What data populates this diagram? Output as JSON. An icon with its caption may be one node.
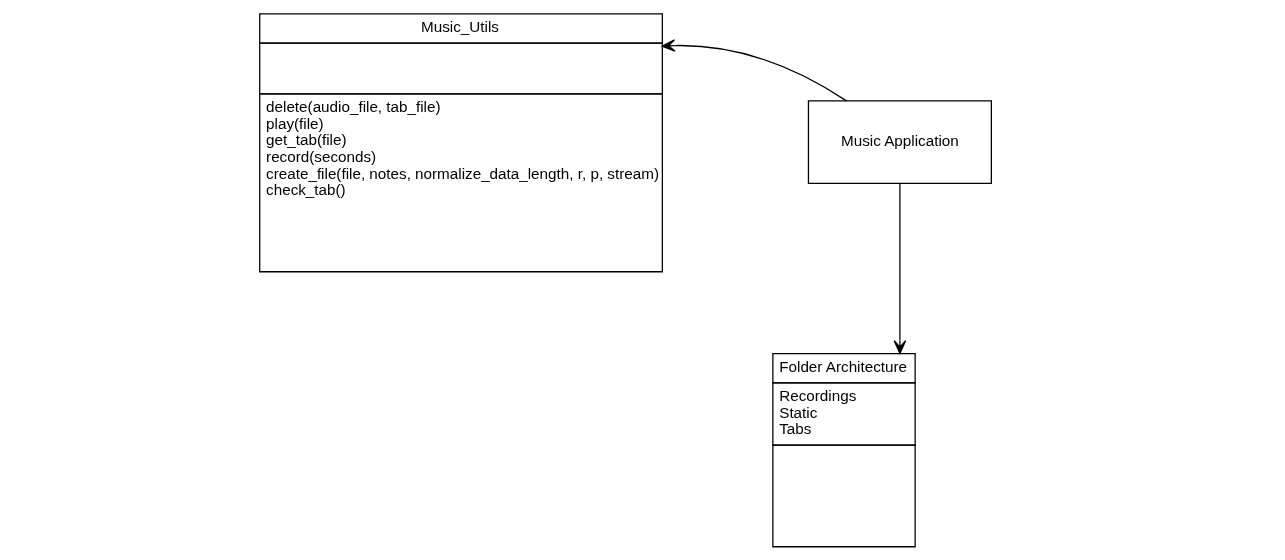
{
  "diagram": {
    "nodes": [
      {
        "text": [
          "Music_Utils",
          "delete(audio_file, tab_file)",
          "play(file)",
          "get_tab(file)",
          "record(seconds)",
          "create_file(file, notes, normalize_data_length, r, p, stream)",
          "check_tab()"
        ]
      },
      {
        "text": [
          "Music Application"
        ]
      },
      {
        "text": [
          "Folder Architecture",
          "Recordings",
          "Static",
          "Tabs"
        ]
      }
    ],
    "edges": [
      {
        "from": 1,
        "to": 0,
        "arrow": "to"
      },
      {
        "from": 1,
        "to": 2,
        "arrow": "to"
      }
    ]
  }
}
